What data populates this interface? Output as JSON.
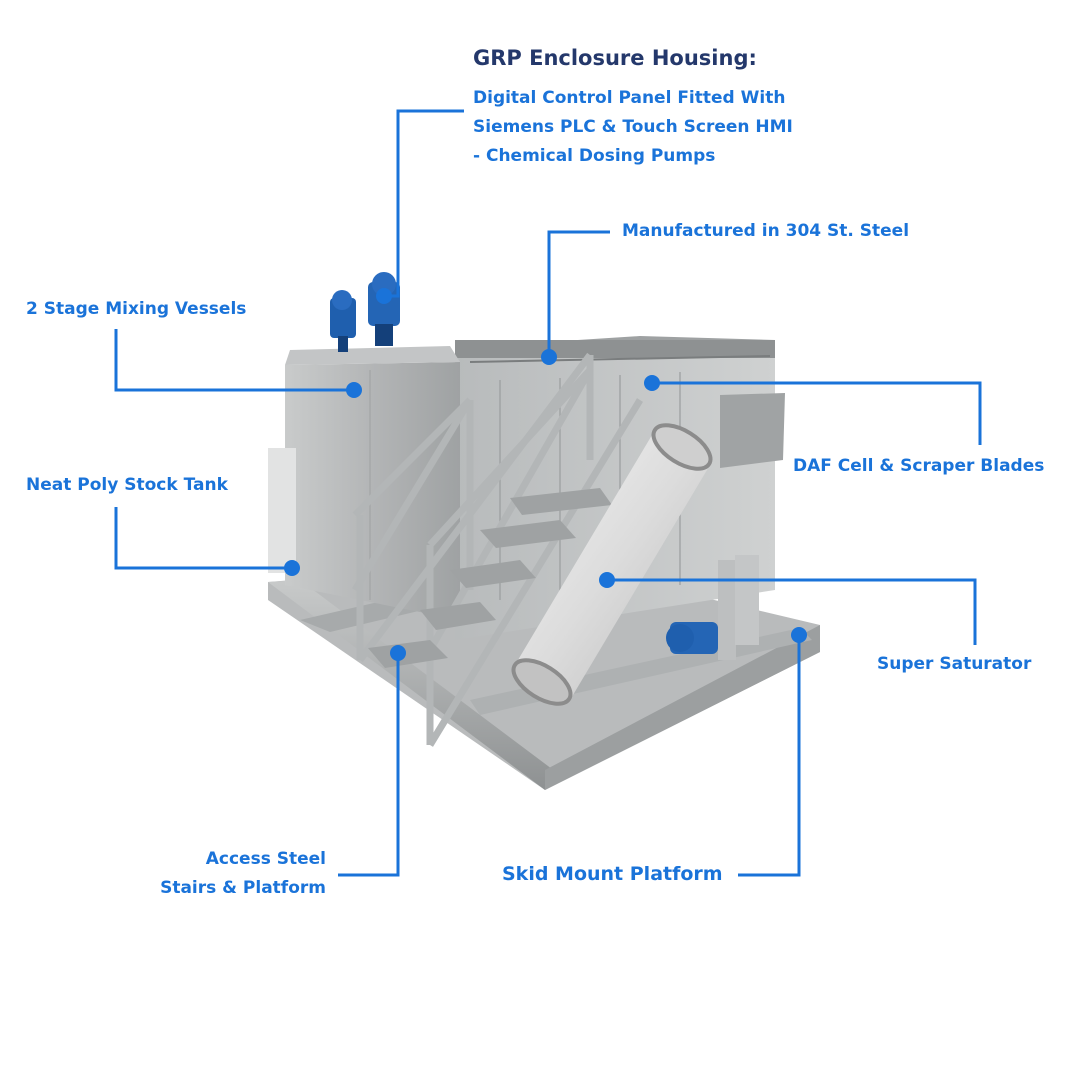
{
  "header": {
    "title": "GRP Enclosure Housing:",
    "lines": [
      "Digital Control Panel Fitted With",
      "Siemens PLC & Touch Screen HMI",
      "- Chemical Dosing Pumps"
    ]
  },
  "callouts": {
    "steel": "Manufactured in 304 St. Steel",
    "mixing": "2 Stage Mixing Vessels",
    "poly_tank": "Neat Poly Stock Tank",
    "daf": "DAF Cell & Scraper Blades",
    "saturator": "Super Saturator",
    "stairs_1": "Access Steel",
    "stairs_2": "Stairs & Platform",
    "skid": "Skid Mount Platform"
  },
  "colors": {
    "accent": "#1a73d9",
    "title": "#24386b",
    "steel_light": "#d4d6d6",
    "steel_dark": "#8f9294",
    "motor_blue": "#1f5fae"
  }
}
